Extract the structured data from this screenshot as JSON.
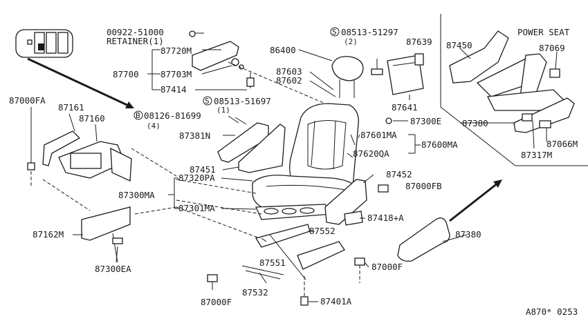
{
  "labels": {
    "p00922": "00922-51000",
    "retainer": "RETAINER(1)",
    "p87720M": "87720M",
    "p87700": "87700",
    "p87703M": "87703M",
    "p87414": "87414",
    "p08513a": "08513-51697",
    "p08513a_qty": "(1)",
    "p08126": "08126-81699",
    "p08126_qty": "(4)",
    "p08126_mark": "B",
    "p08513b": "08513-51297",
    "p08513b_qty": "(2)",
    "s_mark": "S",
    "p86400": "86400",
    "p87603": "87603",
    "p87602": "87602",
    "p87639": "87639",
    "p87641": "87641",
    "p87300E": "87300E",
    "p87381N": "87381N",
    "p87601MA": "87601MA",
    "p87620QA": "87620QA",
    "p87600MA": "87600MA",
    "p87451": "87451",
    "p87320PA": "87320PA",
    "p87452": "87452",
    "p87000FB": "87000FB",
    "p87300MA": "87300MA",
    "p87301MA": "87301MA",
    "p87418A": "87418+A",
    "p87552": "87552",
    "p87551": "87551",
    "p87000F_r": "87000F",
    "p87000F_b": "87000F",
    "p87532": "87532",
    "p87401A": "87401A",
    "p87380_r": "87380",
    "p87380_t": "87380",
    "p87000FA": "87000FA",
    "p87161": "87161",
    "p87160": "87160",
    "p87162M": "87162M",
    "p87300EA": "87300EA",
    "power_seat": "POWER SEAT",
    "p87450": "87450",
    "p87069": "87069",
    "p87066M": "87066M",
    "p87317M": "87317M",
    "figure_code": "A870* 0253"
  },
  "colors": {
    "ink": "#1a1a1a",
    "paper": "#ffffff"
  }
}
